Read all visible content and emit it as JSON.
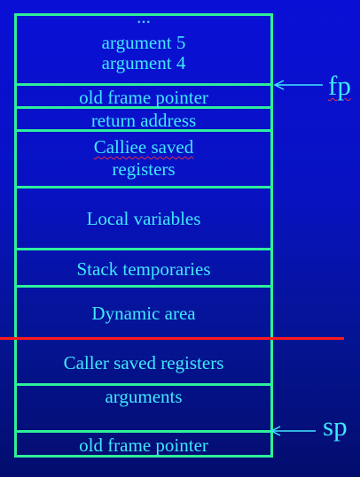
{
  "stack": {
    "ellipsis": "...",
    "arg5": "argument 5",
    "arg4": "argument 4",
    "old_fp_top": "old frame pointer",
    "return_address": "return address",
    "callee_saved_1": "Calliee saved",
    "callee_saved_2": "registers",
    "local_variables": "Local variables",
    "stack_temporaries": "Stack temporaries",
    "dynamic_area": "Dynamic area",
    "caller_saved": "Caller saved registers",
    "arguments": "arguments",
    "old_fp_bottom": "old frame pointer"
  },
  "pointers": {
    "fp": "fp",
    "sp": "sp"
  },
  "colors": {
    "frame_border": "#2ef09a",
    "text": "#3fe8ff",
    "boundary_line": "#ff1a1a",
    "background": "#0a0fd6"
  }
}
